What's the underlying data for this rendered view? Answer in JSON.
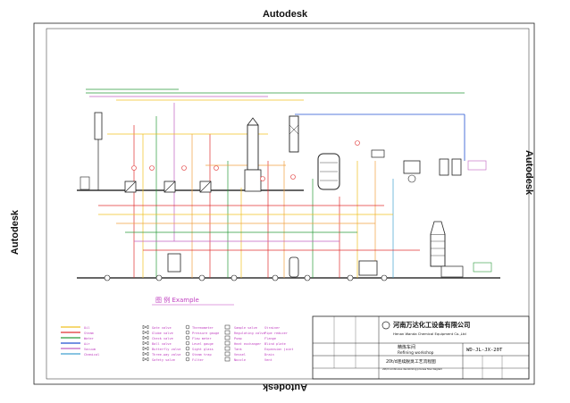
{
  "watermark": "Autodesk",
  "company_cn": "河南万达化工设备有限公司",
  "company_en": "Henan Wanda Chemical Equipment Co.,Ltd",
  "workshop_cn": "精炼车间",
  "workshop_en": "Refining workshop",
  "drawing_no": "WD-JL-JX-20T",
  "drawing_title_cn": "20t/d连续脱臭工艺流程图",
  "drawing_title_en": "20t/d Continuous deodorizing process flow diagram",
  "example_label": "图   例   Example",
  "legend": {
    "col1": [
      "Oil",
      "Steam",
      "Water",
      "Air",
      "Vacuum",
      "Chemical"
    ],
    "col2": [
      "Gate valve",
      "Globe valve",
      "Check valve",
      "Ball valve",
      "Butterfly valve",
      "Three-way valve",
      "Safety valve"
    ],
    "col3": [
      "Thermometer",
      "Pressure gauge",
      "Flow meter",
      "Level gauge",
      "Sight glass",
      "Steam trap",
      "Filter"
    ],
    "col4": [
      "Sample valve",
      "Regulating valve",
      "Pump",
      "Heat exchanger",
      "Tank",
      "Vessel",
      "Nozzle"
    ],
    "col5": [
      "Strainer",
      "Pipe reducer",
      "Flange",
      "Blind plate",
      "Expansion joint",
      "Drain",
      "Vent"
    ]
  },
  "colors": {
    "oil": "#f0c020",
    "steam": "#e03030",
    "water": "#2a9a3a",
    "air": "#2050d0",
    "vacuum": "#c060c0",
    "chemical": "#40a0d0",
    "frame": "#222222"
  }
}
